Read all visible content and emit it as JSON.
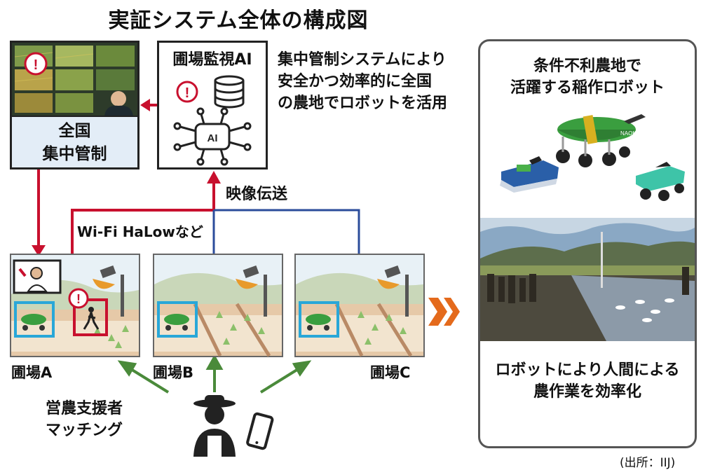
{
  "title": "実証システム全体の構成図",
  "central": {
    "line1": "全国",
    "line2": "集中管制"
  },
  "ai_box": {
    "title": "圃場監視AI",
    "chip_label": "AI"
  },
  "description": [
    "集中管制システムにより",
    "安全かつ効率的に全国",
    "の農地でロボットを活用"
  ],
  "transmission_label": "映像伝送",
  "network_label": "Wi-Fi HaLowなど",
  "fields": [
    {
      "label": "圃場A"
    },
    {
      "label": "圃場B"
    },
    {
      "label": "圃場C"
    }
  ],
  "support": {
    "line1": "営農支援者",
    "line2": "マッチング"
  },
  "robot_panel": {
    "heading1": "条件不利農地で",
    "heading2": "活躍する稲作ロボット",
    "robot_brand": "NAOKO",
    "footer1": "ロボットにより人間による",
    "footer2": "農作業を効率化"
  },
  "source": "(出所：IIJ)",
  "colors": {
    "alert": "#c8102e",
    "link_blue": "#2b4c9b",
    "arrow_green": "#4a8a3a",
    "arrow_orange": "#e46a1c",
    "robot_green": "#3a9e3f",
    "camera_orange": "#e89a2c",
    "highlight_cyan": "#29a7d8"
  }
}
